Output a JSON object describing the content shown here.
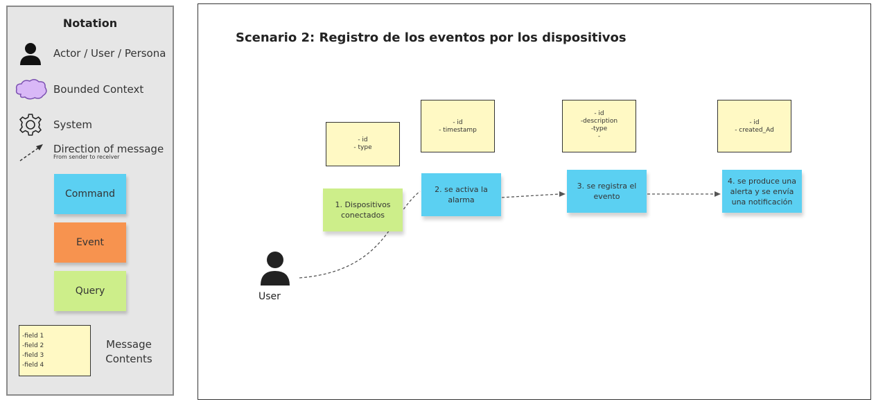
{
  "legend": {
    "title": "Notation",
    "actor_label": "Actor / User / Persona",
    "bounded_context_label": "Bounded Context",
    "system_label": "System",
    "direction_label": "Direction of message",
    "direction_sub": "From sender to receiver",
    "command_label": "Command",
    "event_label": "Event",
    "query_label": "Query",
    "message_fields": [
      "-field 1",
      "-field 2",
      "-field 3",
      "-field 4"
    ],
    "message_contents_label": "Message Contents",
    "colors": {
      "command": "#5bd0f2",
      "event": "#f7934f",
      "query": "#cdee8a",
      "note": "#fff9c4",
      "bounded_context": "#d9b8f7"
    }
  },
  "scenario": {
    "title": "Scenario 2: Registro de los eventos por los dispositivos",
    "user_label": "User",
    "stickies": [
      {
        "text": "1. Dispositivos conectados",
        "kind": "query",
        "fields": [
          "- id",
          "- type"
        ]
      },
      {
        "text": "2. se activa la alarma",
        "kind": "command",
        "fields": [
          "- id",
          "- timestamp"
        ]
      },
      {
        "text": "3. se registra el evento",
        "kind": "command",
        "fields": [
          "- id",
          "-description",
          "-type",
          "-"
        ]
      },
      {
        "text": "4. se produce una alerta y se envía una notificación",
        "kind": "command",
        "fields": [
          "- id",
          "- created_Ad"
        ]
      }
    ]
  }
}
